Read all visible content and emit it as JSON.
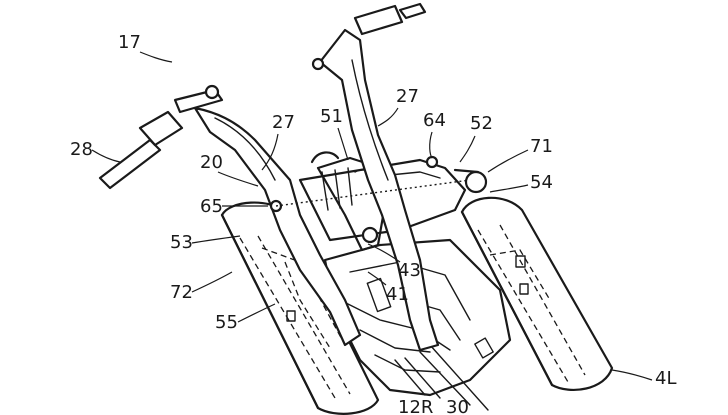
{
  "labels": {
    "l17": "17",
    "l28": "28",
    "l20": "20",
    "l27a": "27",
    "l51": "51",
    "l27b": "27",
    "l64": "64",
    "l52": "52",
    "l71": "71",
    "l54": "54",
    "l65": "65",
    "l53": "53",
    "l43": "43",
    "l72": "72",
    "l41": "41",
    "l55": "55",
    "l4L": "4L",
    "l12R": "12R",
    "l30": "30"
  }
}
